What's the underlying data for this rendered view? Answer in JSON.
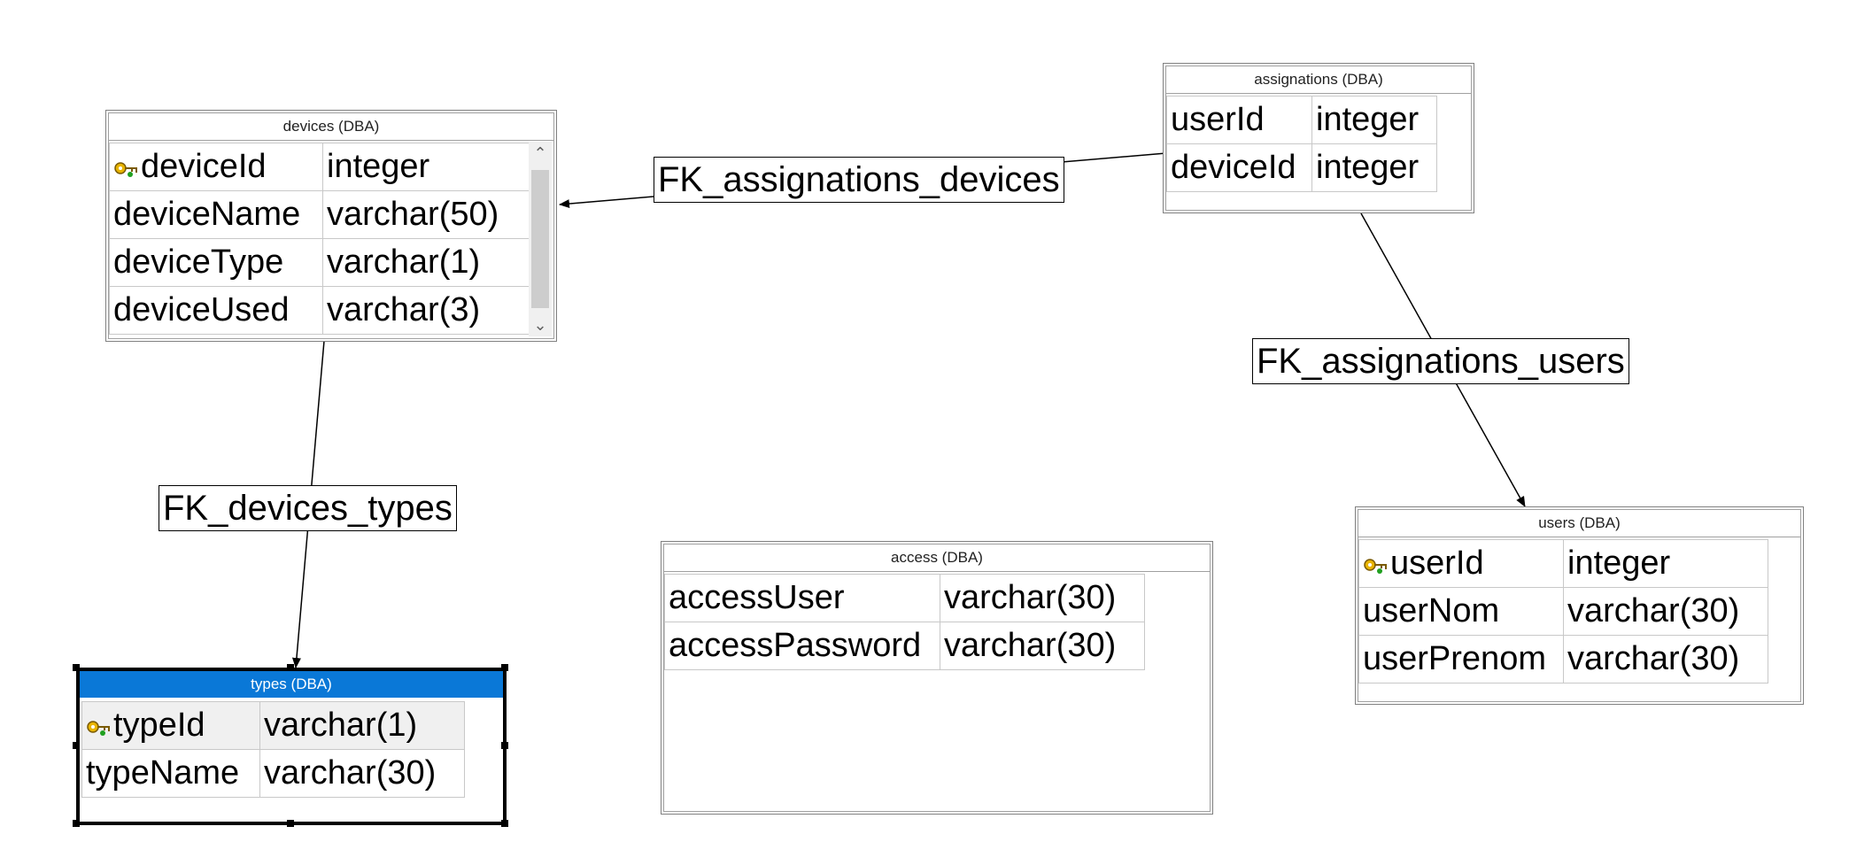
{
  "tables": {
    "devices": {
      "title": "devices (DBA)",
      "columns": [
        {
          "name": "deviceId",
          "type": "integer",
          "primary_key": true
        },
        {
          "name": "deviceName",
          "type": "varchar(50)",
          "primary_key": false
        },
        {
          "name": "deviceType",
          "type": "varchar(1)",
          "primary_key": false
        },
        {
          "name": "deviceUsed",
          "type": "varchar(3)",
          "primary_key": false
        }
      ]
    },
    "assignations": {
      "title": "assignations (DBA)",
      "columns": [
        {
          "name": "userId",
          "type": "integer",
          "primary_key": false
        },
        {
          "name": "deviceId",
          "type": "integer",
          "primary_key": false
        }
      ]
    },
    "types": {
      "title": "types (DBA)",
      "selected": true,
      "columns": [
        {
          "name": "typeId",
          "type": "varchar(1)",
          "primary_key": true
        },
        {
          "name": "typeName",
          "type": "varchar(30)",
          "primary_key": false
        }
      ]
    },
    "access": {
      "title": "access (DBA)",
      "columns": [
        {
          "name": "accessUser",
          "type": "varchar(30)",
          "primary_key": false
        },
        {
          "name": "accessPassword",
          "type": "varchar(30)",
          "primary_key": false
        }
      ]
    },
    "users": {
      "title": "users (DBA)",
      "columns": [
        {
          "name": "userId",
          "type": "integer",
          "primary_key": true
        },
        {
          "name": "userNom",
          "type": "varchar(30)",
          "primary_key": false
        },
        {
          "name": "userPrenom",
          "type": "varchar(30)",
          "primary_key": false
        }
      ]
    }
  },
  "relationships": [
    {
      "name": "FK_assignations_devices",
      "from": "assignations",
      "to": "devices"
    },
    {
      "name": "FK_assignations_users",
      "from": "assignations",
      "to": "users"
    },
    {
      "name": "FK_devices_types",
      "from": "devices",
      "to": "types"
    }
  ],
  "colors": {
    "selected_title_bar": "#0a78d7",
    "key_icon": "#e8b400"
  },
  "icons": {
    "primary_key": "key-icon",
    "scroll_up": "chevron-up-icon",
    "scroll_down": "chevron-down-icon"
  }
}
